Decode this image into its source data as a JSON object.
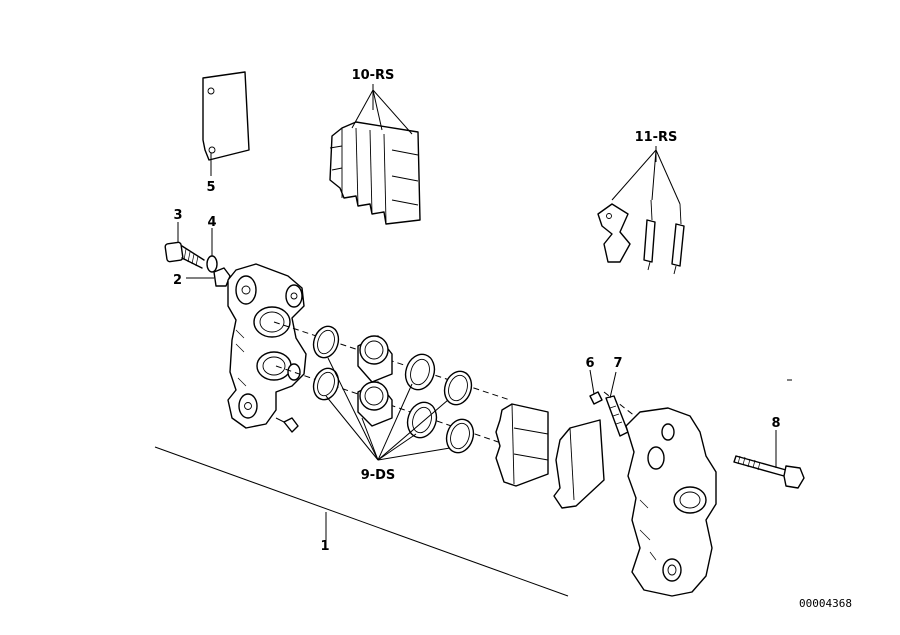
{
  "diagram": {
    "labels": [
      {
        "id": "1",
        "text": "1"
      },
      {
        "id": "2",
        "text": "2"
      },
      {
        "id": "3",
        "text": "3"
      },
      {
        "id": "4",
        "text": "4"
      },
      {
        "id": "5",
        "text": "5"
      },
      {
        "id": "6",
        "text": "6"
      },
      {
        "id": "7",
        "text": "7"
      },
      {
        "id": "8",
        "text": "8"
      },
      {
        "id": "9",
        "text": "9-DS"
      },
      {
        "id": "10",
        "text": "10-RS"
      },
      {
        "id": "11",
        "text": "11-RS"
      }
    ],
    "drawing_number": "00004368"
  }
}
